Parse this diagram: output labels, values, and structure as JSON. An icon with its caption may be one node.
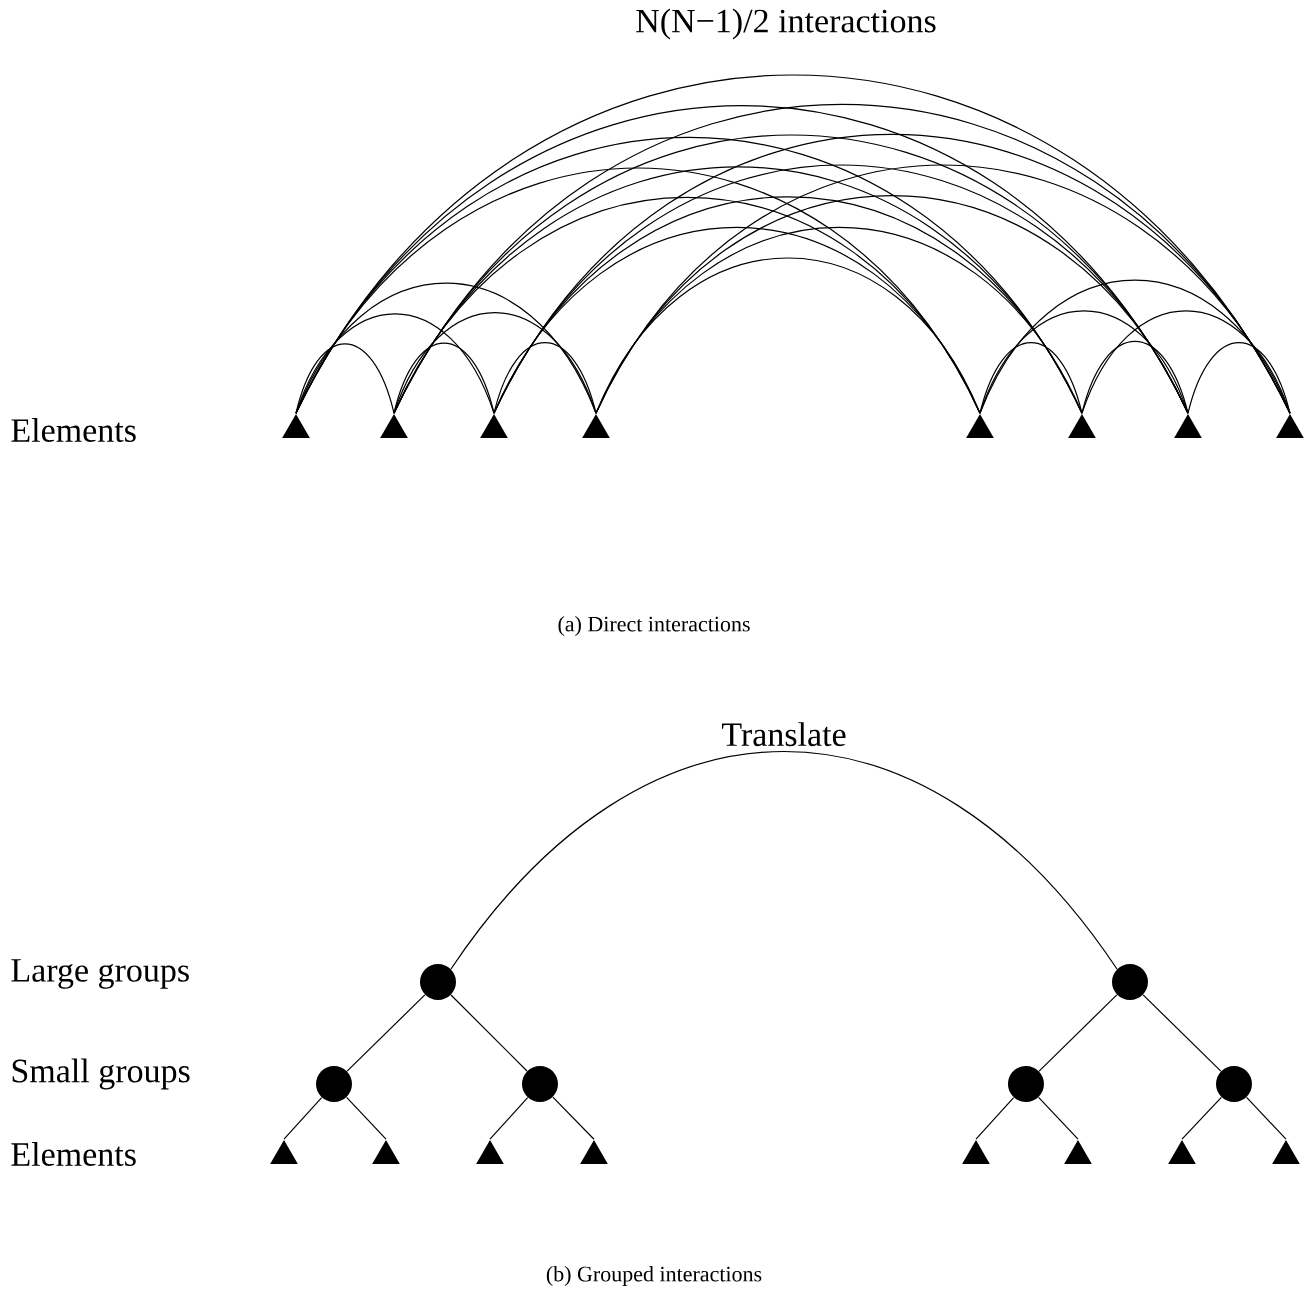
{
  "diagram": {
    "nodes": [
      {
        "text": [],
        "shape": "triangle"
      },
      {
        "text": [],
        "shape": "triangle"
      },
      {
        "text": [],
        "shape": "triangle"
      },
      {
        "text": [],
        "shape": "triangle"
      },
      {
        "text": [],
        "shape": "triangle"
      },
      {
        "text": [],
        "shape": "triangle"
      },
      {
        "text": [],
        "shape": "triangle"
      },
      {
        "text": [],
        "shape": "triangle"
      },
      {
        "text": [],
        "shape": "circle"
      },
      {
        "text": [],
        "shape": "circle"
      },
      {
        "text": [],
        "shape": "circle"
      },
      {
        "text": [],
        "shape": "circle"
      },
      {
        "text": [],
        "shape": "circle"
      },
      {
        "text": [],
        "shape": "circle"
      },
      {
        "text": [],
        "shape": "triangle"
      },
      {
        "text": [],
        "shape": "triangle"
      },
      {
        "text": [],
        "shape": "triangle"
      },
      {
        "text": [],
        "shape": "triangle"
      },
      {
        "text": [],
        "shape": "triangle"
      },
      {
        "text": [],
        "shape": "triangle"
      },
      {
        "text": [],
        "shape": "triangle"
      },
      {
        "text": [],
        "shape": "triangle"
      }
    ],
    "edges": [
      {
        "from": 0,
        "to": 1,
        "arrow": "none"
      },
      {
        "from": 0,
        "to": 2,
        "arrow": "none"
      },
      {
        "from": 0,
        "to": 3,
        "arrow": "none"
      },
      {
        "from": 0,
        "to": 4,
        "arrow": "none"
      },
      {
        "from": 0,
        "to": 5,
        "arrow": "none"
      },
      {
        "from": 0,
        "to": 6,
        "arrow": "none"
      },
      {
        "from": 0,
        "to": 7,
        "arrow": "none"
      },
      {
        "from": 1,
        "to": 2,
        "arrow": "none"
      },
      {
        "from": 1,
        "to": 3,
        "arrow": "none"
      },
      {
        "from": 1,
        "to": 4,
        "arrow": "none"
      },
      {
        "from": 1,
        "to": 5,
        "arrow": "none"
      },
      {
        "from": 1,
        "to": 6,
        "arrow": "none"
      },
      {
        "from": 1,
        "to": 7,
        "arrow": "none"
      },
      {
        "from": 2,
        "to": 3,
        "arrow": "none"
      },
      {
        "from": 2,
        "to": 4,
        "arrow": "none"
      },
      {
        "from": 2,
        "to": 5,
        "arrow": "none"
      },
      {
        "from": 2,
        "to": 6,
        "arrow": "none"
      },
      {
        "from": 2,
        "to": 7,
        "arrow": "none"
      },
      {
        "from": 3,
        "to": 4,
        "arrow": "none"
      },
      {
        "from": 3,
        "to": 5,
        "arrow": "none"
      },
      {
        "from": 3,
        "to": 6,
        "arrow": "none"
      },
      {
        "from": 3,
        "to": 7,
        "arrow": "none"
      },
      {
        "from": 4,
        "to": 5,
        "arrow": "none"
      },
      {
        "from": 4,
        "to": 6,
        "arrow": "none"
      },
      {
        "from": 4,
        "to": 7,
        "arrow": "none"
      },
      {
        "from": 5,
        "to": 6,
        "arrow": "none"
      },
      {
        "from": 5,
        "to": 7,
        "arrow": "none"
      },
      {
        "from": 6,
        "to": 7,
        "arrow": "none"
      },
      {
        "from": 8,
        "to": 9,
        "arrow": "none",
        "label": "Translate"
      },
      {
        "from": 8,
        "to": 10,
        "arrow": "none"
      },
      {
        "from": 8,
        "to": 11,
        "arrow": "none"
      },
      {
        "from": 9,
        "to": 12,
        "arrow": "none"
      },
      {
        "from": 9,
        "to": 13,
        "arrow": "none"
      },
      {
        "from": 10,
        "to": 14,
        "arrow": "none"
      },
      {
        "from": 10,
        "to": 15,
        "arrow": "none"
      },
      {
        "from": 11,
        "to": 16,
        "arrow": "none"
      },
      {
        "from": 11,
        "to": 17,
        "arrow": "none"
      },
      {
        "from": 12,
        "to": 18,
        "arrow": "none"
      },
      {
        "from": 12,
        "to": 19,
        "arrow": "none"
      },
      {
        "from": 13,
        "to": 20,
        "arrow": "none"
      },
      {
        "from": 13,
        "to": 21,
        "arrow": "none"
      }
    ],
    "labels": [
      "N(N−1)/2 interactions",
      "Elements",
      "(a) Direct interactions",
      "Large groups",
      "Small groups",
      "Elements",
      "(b) Grouped interactions"
    ]
  }
}
